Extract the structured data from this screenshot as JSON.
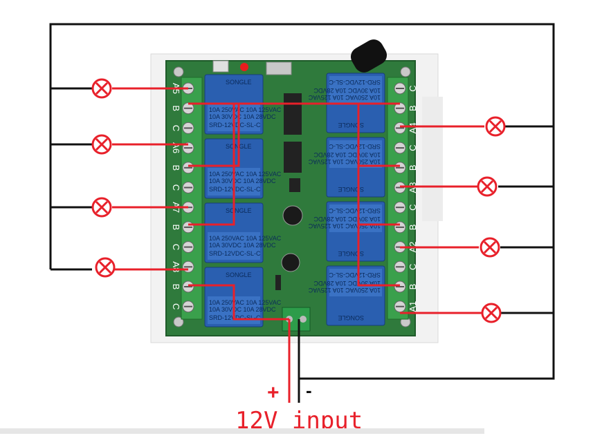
{
  "diagram": {
    "supply_plus": "+",
    "supply_minus": "-",
    "input_label": "12V input",
    "left_terminal_labels": [
      "A5",
      "B",
      "C",
      "A6",
      "B",
      "C",
      "A7",
      "B",
      "C",
      "A8",
      "B",
      "C"
    ],
    "right_terminal_labels": [
      "C",
      "B",
      "A4",
      "C",
      "B",
      "A3",
      "C",
      "B",
      "A2",
      "C",
      "B",
      "A1"
    ],
    "relay_brand": "SONGLE",
    "relay_model": "SRD-12VDC-SL-C",
    "relay_rating_1": "10A 250VAC 10A 125VAC",
    "relay_rating_2": "10A 30VDC 10A 28VDC",
    "colors": {
      "wire_red": "#e8202a",
      "wire_black": "#111111",
      "board_green": "#2f7a3c",
      "relay_blue": "#2a5fb0",
      "lamp_red": "#e8202a"
    },
    "lamp_count_left": 4,
    "lamp_count_right": 4,
    "relay_count": 8
  }
}
